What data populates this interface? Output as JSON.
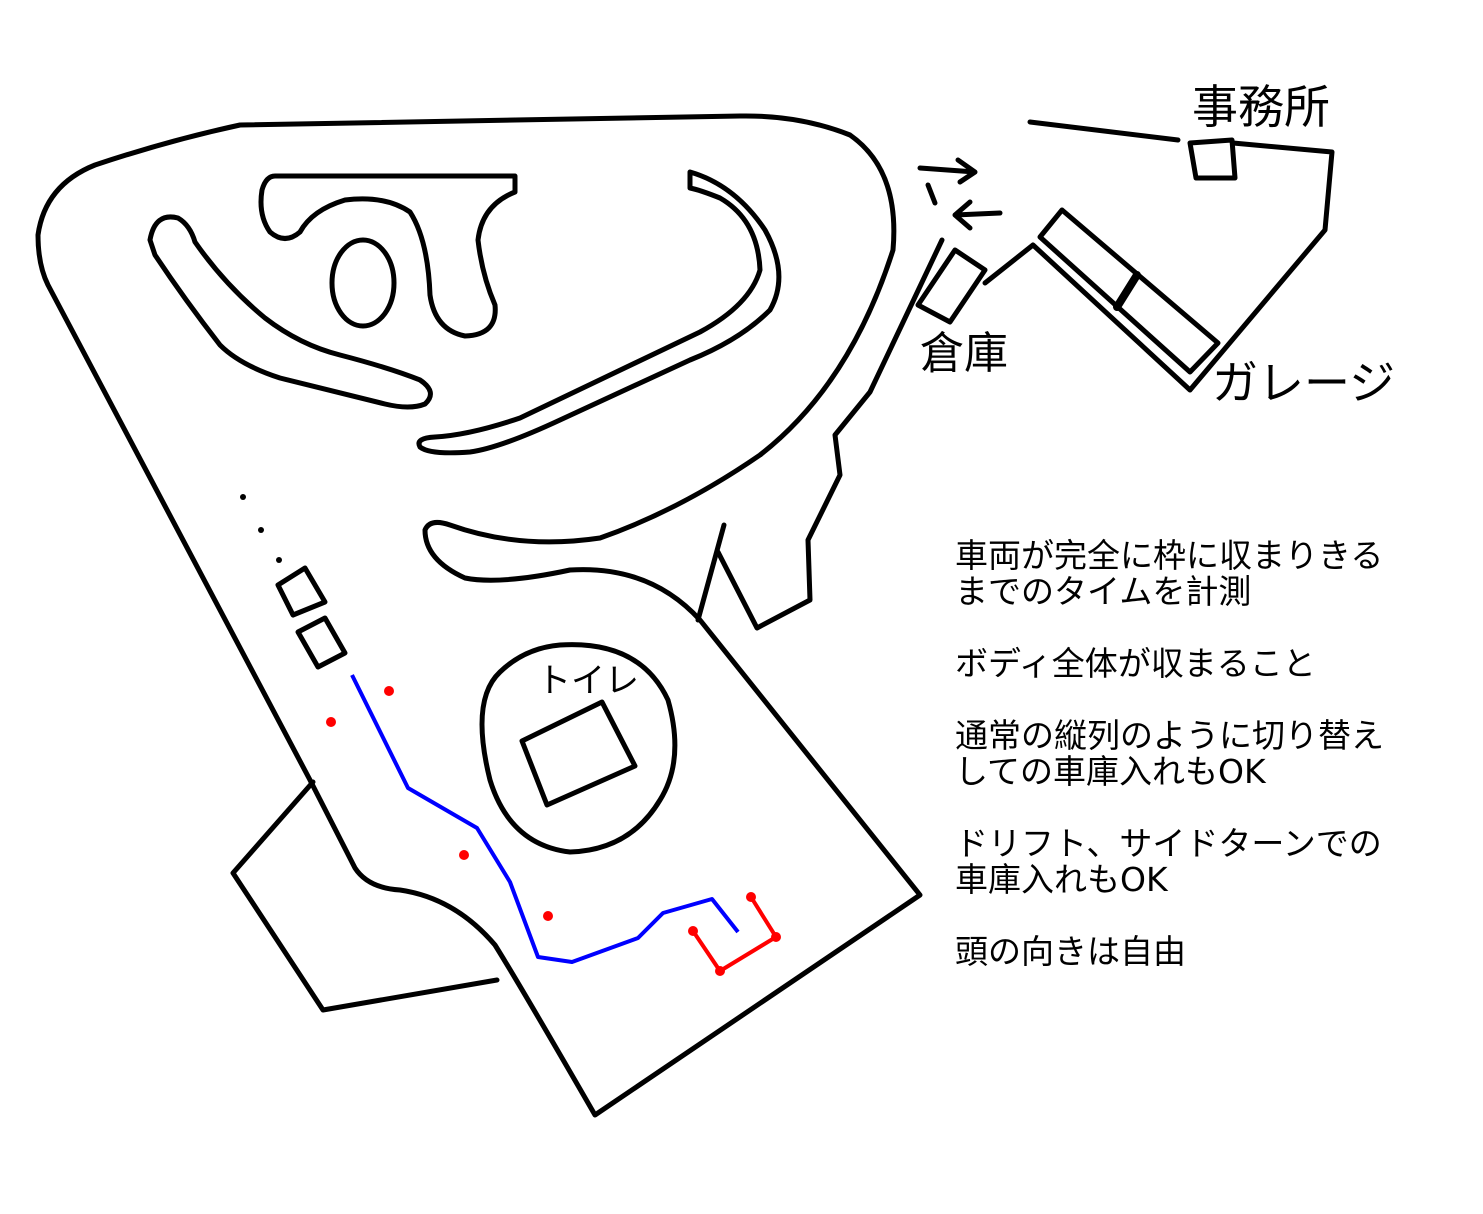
{
  "labels": {
    "office": "事務所",
    "storage": "倉庫",
    "garage": "ガレージ",
    "toilet": "トイレ"
  },
  "notes": [
    "車両が完全に枠に収まりきる\nまでのタイムを計測",
    "ボディ全体が収まること",
    "通常の縦列のように切り替え\nしての車庫入れもOK",
    "ドリフト、サイドターンでの\n車庫入れもOK",
    "頭の向きは自由"
  ],
  "colors": {
    "outline": "#000000",
    "driving_line": "#0000ff",
    "parking_frame": "#ff0000"
  }
}
